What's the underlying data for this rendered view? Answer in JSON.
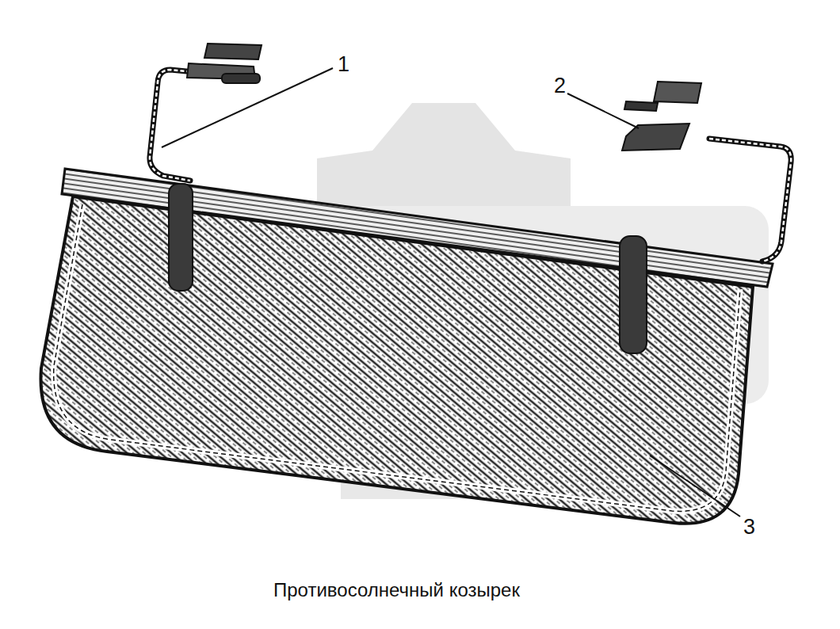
{
  "diagram": {
    "caption": "Противосолнечный козырек",
    "labels": [
      "1",
      "2",
      "3"
    ]
  }
}
